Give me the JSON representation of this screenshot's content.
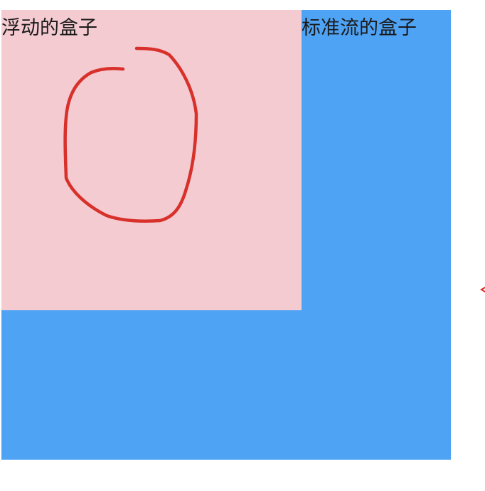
{
  "standard_box": {
    "label": "标准流的盒子",
    "color": "#4fa3f5"
  },
  "float_box": {
    "label": "浮动的盒子",
    "color": "#f4cbd1"
  },
  "annotation": {
    "stroke_color": "#d8302a",
    "shape": "hand-drawn-circle"
  }
}
